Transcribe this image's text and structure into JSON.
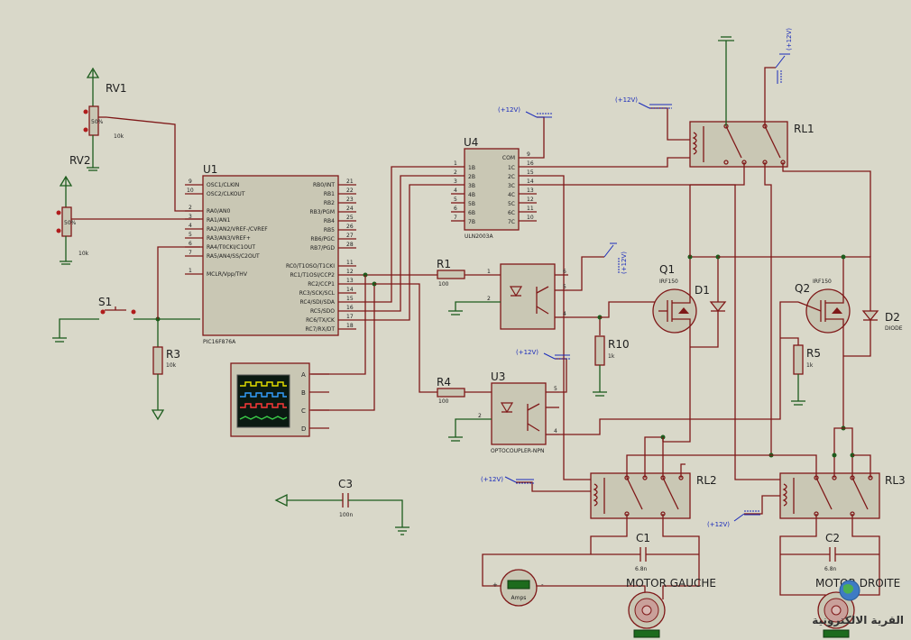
{
  "components": {
    "rv1": {
      "ref": "RV1",
      "value": "10k",
      "pct": "50%"
    },
    "rv2": {
      "ref": "RV2",
      "value": "10k",
      "pct": "50%"
    },
    "s1": {
      "ref": "S1"
    },
    "r3": {
      "ref": "R3",
      "value": "10k"
    },
    "c3": {
      "ref": "C3",
      "value": "100n"
    },
    "u1": {
      "ref": "U1",
      "part": "PIC16F876A",
      "left_pins": [
        {
          "num": "9",
          "name": "OSC1/CLKIN"
        },
        {
          "num": "10",
          "name": "OSC2/CLKOUT"
        },
        {
          "num": "2",
          "name": "RA0/AN0"
        },
        {
          "num": "3",
          "name": "RA1/AN1"
        },
        {
          "num": "4",
          "name": "RA2/AN2/VREF-/CVREF"
        },
        {
          "num": "5",
          "name": "RA3/AN3/VREF+"
        },
        {
          "num": "6",
          "name": "RA4/T0CKI/C1OUT"
        },
        {
          "num": "7",
          "name": "RA5/AN4/SS/C2OUT"
        },
        {
          "num": "1",
          "name": "MCLR/Vpp/THV"
        }
      ],
      "right_pins": [
        {
          "num": "21",
          "name": "RB0/INT"
        },
        {
          "num": "22",
          "name": "RB1"
        },
        {
          "num": "23",
          "name": "RB2"
        },
        {
          "num": "24",
          "name": "RB3/PGM"
        },
        {
          "num": "25",
          "name": "RB4"
        },
        {
          "num": "26",
          "name": "RB5"
        },
        {
          "num": "27",
          "name": "RB6/PGC"
        },
        {
          "num": "28",
          "name": "RB7/PGD"
        },
        {
          "num": "11",
          "name": "RC0/T1OSO/T1CKI"
        },
        {
          "num": "12",
          "name": "RC1/T1OSI/CCP2"
        },
        {
          "num": "13",
          "name": "RC2/CCP1"
        },
        {
          "num": "14",
          "name": "RC3/SCK/SCL"
        },
        {
          "num": "15",
          "name": "RC4/SDI/SDA"
        },
        {
          "num": "16",
          "name": "RC5/SDO"
        },
        {
          "num": "17",
          "name": "RC6/TX/CK"
        },
        {
          "num": "18",
          "name": "RC7/RX/DT"
        }
      ]
    },
    "u4": {
      "ref": "U4",
      "part": "ULN2003A",
      "com_label": "COM",
      "com_pin": "9",
      "inputs": [
        {
          "num": "1",
          "name": "1B"
        },
        {
          "num": "2",
          "name": "2B"
        },
        {
          "num": "3",
          "name": "3B"
        },
        {
          "num": "4",
          "name": "4B"
        },
        {
          "num": "5",
          "name": "5B"
        },
        {
          "num": "6",
          "name": "6B"
        },
        {
          "num": "7",
          "name": "7B"
        }
      ],
      "outputs": [
        {
          "num": "16",
          "name": "1C"
        },
        {
          "num": "15",
          "name": "2C"
        },
        {
          "num": "14",
          "name": "3C"
        },
        {
          "num": "13",
          "name": "4C"
        },
        {
          "num": "12",
          "name": "5C"
        },
        {
          "num": "11",
          "name": "6C"
        },
        {
          "num": "10",
          "name": "7C"
        }
      ]
    },
    "r1": {
      "ref": "R1",
      "value": "100"
    },
    "r4": {
      "ref": "R4",
      "value": "100"
    },
    "r10": {
      "ref": "R10",
      "value": "1k"
    },
    "r5": {
      "ref": "R5",
      "value": "1k"
    },
    "u3": {
      "ref": "U3",
      "part": "OPTOCOUPLER-NPN"
    },
    "q1": {
      "ref": "Q1",
      "part": "IRF150"
    },
    "q2": {
      "ref": "Q2",
      "part": "IRF150"
    },
    "d1": {
      "ref": "D1"
    },
    "d2": {
      "ref": "D2",
      "part": "DIODE"
    },
    "rl1": {
      "ref": "RL1"
    },
    "rl2": {
      "ref": "RL2"
    },
    "rl3": {
      "ref": "RL3"
    },
    "c1": {
      "ref": "C1",
      "value": "6.8n"
    },
    "c2": {
      "ref": "C2",
      "value": "6.8n"
    },
    "motor_left": {
      "label": "MOTOR GAUCHE"
    },
    "motor_right": {
      "label": "MOTOR DROITE"
    },
    "ammeter": {
      "unit": "Amps",
      "plus": "+",
      "minus": "-"
    },
    "scope": {
      "channels": [
        "A",
        "B",
        "C",
        "D"
      ]
    }
  },
  "power_label": "(+12V)",
  "pin_labels": {
    "p1": "1",
    "p2": "2",
    "p4": "4",
    "p5": "5",
    "p6": "6"
  },
  "colors": {
    "background": "#d9d8c9",
    "wire": "#7f1818",
    "ground": "#1d5c1d",
    "net_label": "#1a2bbb"
  },
  "watermark": "القرية الالكترونية"
}
